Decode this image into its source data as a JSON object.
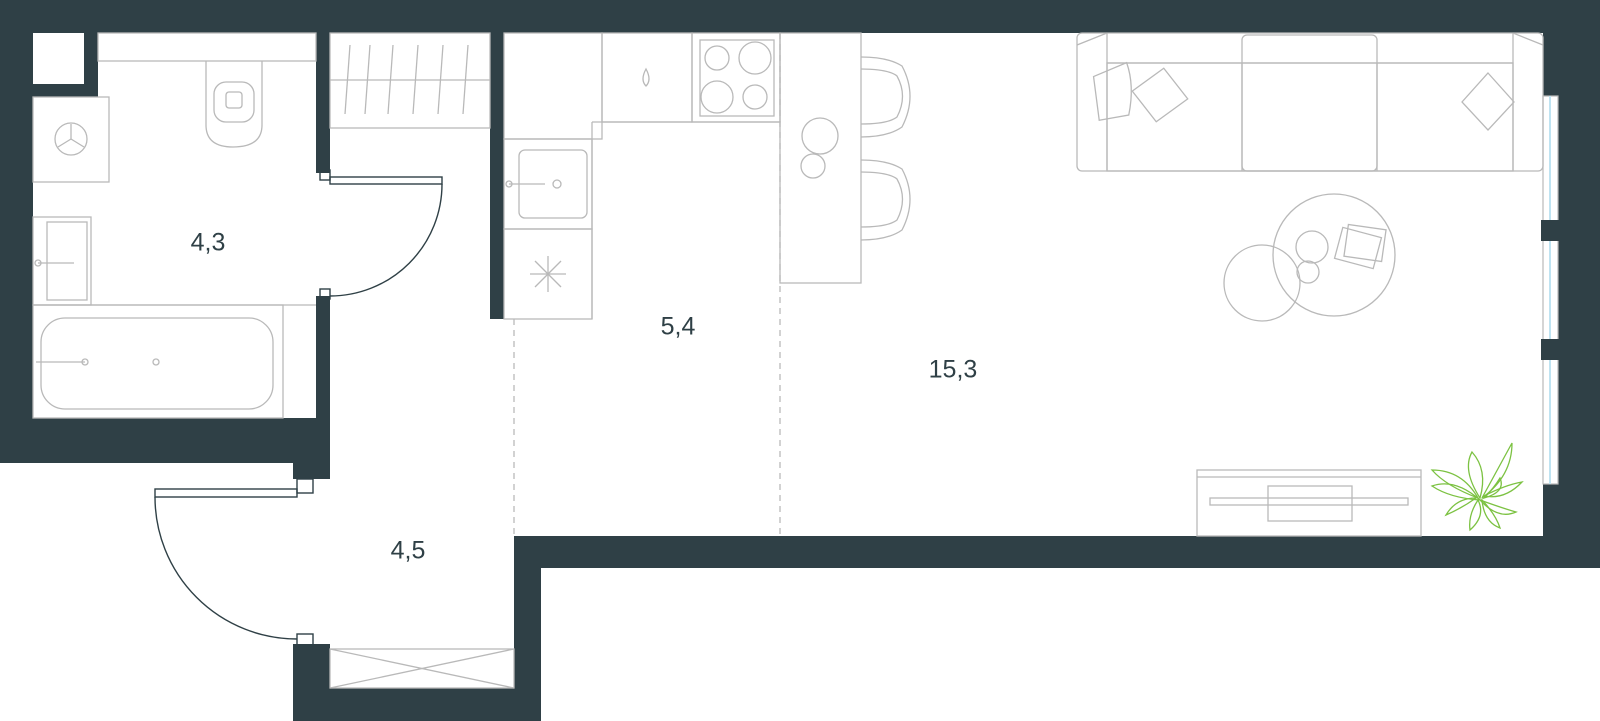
{
  "colors": {
    "wall": "#2f4046",
    "furniture": "#b9b9b9",
    "door": "#2f4046",
    "plant": "#7cc242",
    "window": "#bfe3f1",
    "label": "#2f4046"
  },
  "rooms": {
    "bathroom": {
      "area": "4,3"
    },
    "kitchen": {
      "area": "5,4"
    },
    "living": {
      "area": "15,3"
    },
    "hallway": {
      "area": "4,5"
    }
  }
}
